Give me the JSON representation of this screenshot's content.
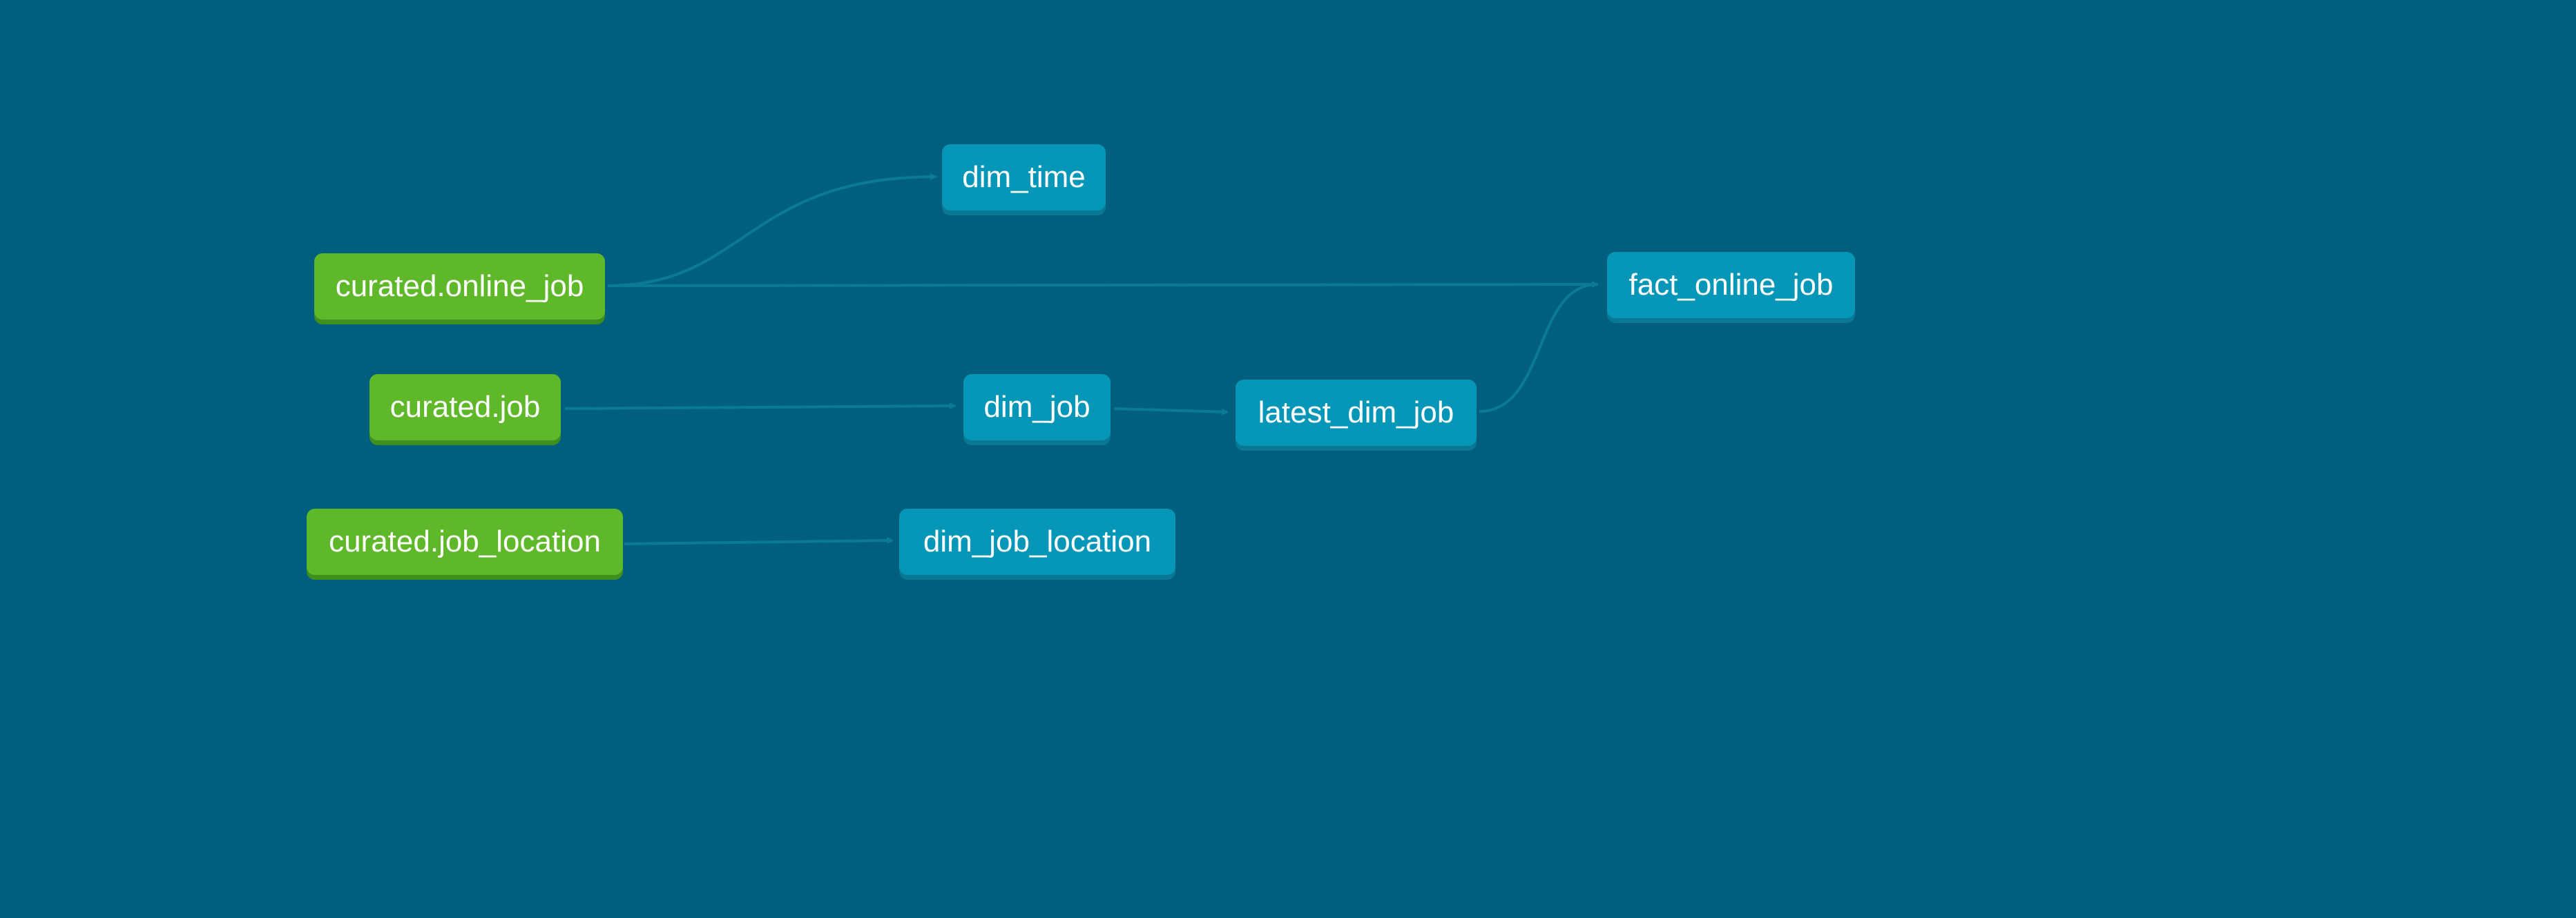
{
  "colors": {
    "background": "#005f7d",
    "source_node": "#5fb829",
    "model_node": "#0596b8",
    "edge": "#0a7a96"
  },
  "nodes": {
    "curated_online_job": {
      "label": "curated.online_job",
      "kind": "source"
    },
    "curated_job": {
      "label": "curated.job",
      "kind": "source"
    },
    "curated_job_location": {
      "label": "curated.job_location",
      "kind": "source"
    },
    "dim_time": {
      "label": "dim_time",
      "kind": "model"
    },
    "dim_job": {
      "label": "dim_job",
      "kind": "model"
    },
    "dim_job_location": {
      "label": "dim_job_location",
      "kind": "model"
    },
    "latest_dim_job": {
      "label": "latest_dim_job",
      "kind": "model"
    },
    "fact_online_job": {
      "label": "fact_online_job",
      "kind": "model"
    }
  },
  "edges": [
    {
      "from": "curated_online_job",
      "to": "dim_time"
    },
    {
      "from": "curated_online_job",
      "to": "fact_online_job"
    },
    {
      "from": "curated_job",
      "to": "dim_job"
    },
    {
      "from": "dim_job",
      "to": "latest_dim_job"
    },
    {
      "from": "latest_dim_job",
      "to": "fact_online_job"
    },
    {
      "from": "curated_job_location",
      "to": "dim_job_location"
    }
  ]
}
